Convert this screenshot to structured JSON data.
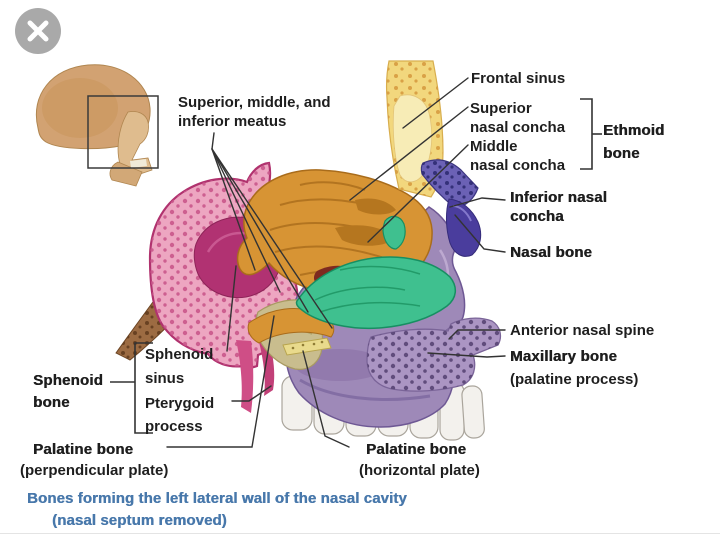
{
  "window": {
    "icons": {
      "close": "✕"
    }
  },
  "figure": {
    "labels": {
      "meatus": {
        "line1": "Superior, middle, and",
        "line2": "inferior meatus"
      },
      "frontal_sinus": {
        "line1": "Frontal sinus"
      },
      "superior_concha": {
        "line1": "Superior",
        "line2": "nasal concha"
      },
      "middle_concha": {
        "line1": "Middle",
        "line2": "nasal concha"
      },
      "ethmoid_bone": {
        "line1": "Ethmoid",
        "line2": "bone"
      },
      "inferior_concha": {
        "line1": "Inferior nasal",
        "line2": "concha"
      },
      "nasal_bone": {
        "line1": "Nasal bone"
      },
      "anterior_nasal_spine": {
        "line1": "Anterior nasal spine"
      },
      "maxillary_bone": {
        "line1": "Maxillary bone",
        "line2": "(palatine process)"
      },
      "sphenoid_bone": {
        "line1": "Sphenoid",
        "line2": "bone"
      },
      "sphenoid_sinus": {
        "line1": "Sphenoid",
        "line2": "sinus"
      },
      "pterygoid_process": {
        "line1": "Pterygoid",
        "line2": "process"
      },
      "palatine_bone_perpendicular": {
        "line1": "Palatine bone",
        "line2": "(perpendicular plate)"
      },
      "palatine_bone_horizontal": {
        "line1": "Palatine bone",
        "line2": "(horizontal plate)"
      }
    },
    "caption": {
      "line1": "Bones forming the left lateral wall of the nasal cavity",
      "line2": "(nasal septum removed)"
    },
    "palette": {
      "caption_text": "#4878ab",
      "label_text": "#1e1e1e",
      "close_button_bg": "#a9a9a9",
      "close_button_glyph": "#ffffff",
      "sphenoid_pink": "#eda6c1",
      "sphenoid_sinus_magenta": "#b13272",
      "ethmoid_orange": "#d79434",
      "frontal_yellow": "#f2d77d",
      "nasal_bone_blue": "#6b61b5",
      "inferior_concha_violet": "#4a3d9d",
      "palatine_green": "#3fc08f",
      "pterygoid_khaki": "#c9bd8e",
      "maxilla_purple": "#9e89b8",
      "teeth_white": "#f3f1ed",
      "skull_tan": "#d2a272",
      "brown_wedge": "#9c6b42"
    }
  }
}
